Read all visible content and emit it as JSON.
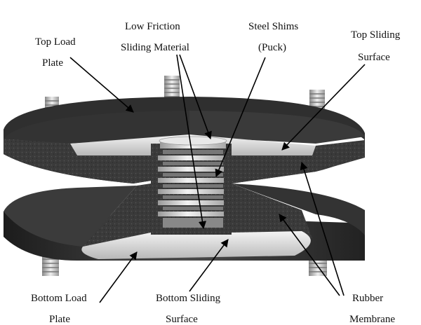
{
  "labels": {
    "top_load_plate": [
      "Top Load",
      "Plate"
    ],
    "low_friction": [
      "Low Friction",
      "Sliding Material"
    ],
    "steel_shims": [
      "Steel Shims",
      "(Puck)"
    ],
    "top_sliding": [
      "Top Sliding",
      "Surface"
    ],
    "bottom_load_plate": [
      "Bottom Load",
      "Plate"
    ],
    "bottom_sliding": [
      "Bottom Sliding",
      "Surface"
    ],
    "rubber_membrane": [
      "Rubber",
      "Membrane"
    ]
  },
  "colors": {
    "rubber_dark": "#2b2b2b",
    "rubber_mid": "#3a3a3a",
    "rubber_light": "#4c4c4c",
    "steel_light": "#e4e4e4",
    "steel_mid": "#c8c8c8",
    "steel_dark": "#8c8c8c",
    "bolt": "#bdbdbd",
    "arrow": "#000000"
  }
}
